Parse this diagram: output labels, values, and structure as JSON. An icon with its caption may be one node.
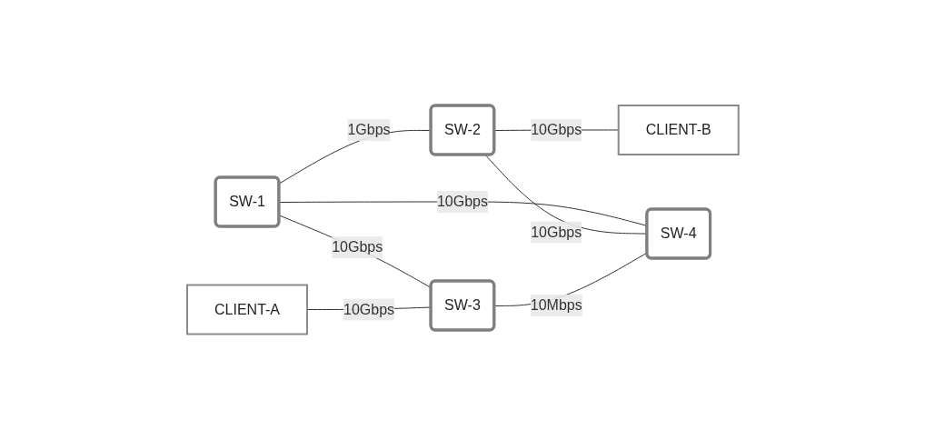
{
  "diagram": {
    "nodes": [
      {
        "text": [
          "SW-1"
        ]
      },
      {
        "text": [
          "SW-2"
        ]
      },
      {
        "text": [
          "CLIENT-B"
        ]
      },
      {
        "text": [
          "CLIENT-A"
        ]
      },
      {
        "text": [
          "SW-3"
        ]
      },
      {
        "text": [
          "SW-4"
        ]
      }
    ],
    "edges": [
      {
        "from": 0,
        "to": 1,
        "arrow": "none",
        "label": "1Gbps"
      },
      {
        "from": 1,
        "to": 2,
        "arrow": "none",
        "label": "10Gbps"
      },
      {
        "from": 0,
        "to": 4,
        "arrow": "none",
        "label": "10Gbps"
      },
      {
        "from": 0,
        "to": 5,
        "arrow": "none",
        "label": "10Gbps"
      },
      {
        "from": 1,
        "to": 5,
        "arrow": "none",
        "label": "10Gbps"
      },
      {
        "from": 3,
        "to": 4,
        "arrow": "none",
        "label": "10Gbps"
      },
      {
        "from": 4,
        "to": 5,
        "arrow": "none",
        "label": "10Mbps"
      }
    ]
  }
}
